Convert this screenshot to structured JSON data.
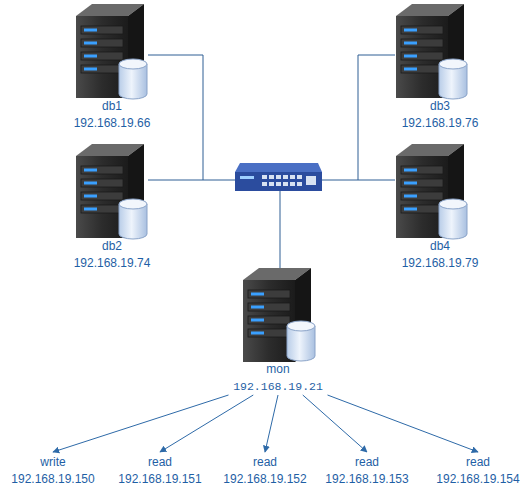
{
  "diagram": {
    "nodes": [
      {
        "text": [
          "db1",
          "192.168.19.66"
        ]
      },
      {
        "text": [
          "db3",
          "192.168.19.76"
        ]
      },
      {
        "text": [
          "db2",
          "192.168.19.74"
        ]
      },
      {
        "text": [
          "db4",
          "192.168.19.79"
        ]
      },
      {
        "text": [
          "mon",
          "192.168.19.21"
        ]
      },
      {
        "text": [
          "write",
          "192.168.19.150"
        ]
      },
      {
        "text": [
          "read",
          "192.168.19.151"
        ]
      },
      {
        "text": [
          "read",
          "192.168.19.152"
        ]
      },
      {
        "text": [
          "read",
          "192.168.19.153"
        ]
      },
      {
        "text": [
          "read",
          "192.168.19.154"
        ]
      }
    ],
    "edges": [
      {
        "from": 4,
        "to": 5,
        "arrow": "to"
      },
      {
        "from": 4,
        "to": 6,
        "arrow": "to"
      },
      {
        "from": 4,
        "to": 7,
        "arrow": "to"
      },
      {
        "from": 4,
        "to": 8,
        "arrow": "to"
      },
      {
        "from": 4,
        "to": 9,
        "arrow": "to"
      }
    ]
  }
}
